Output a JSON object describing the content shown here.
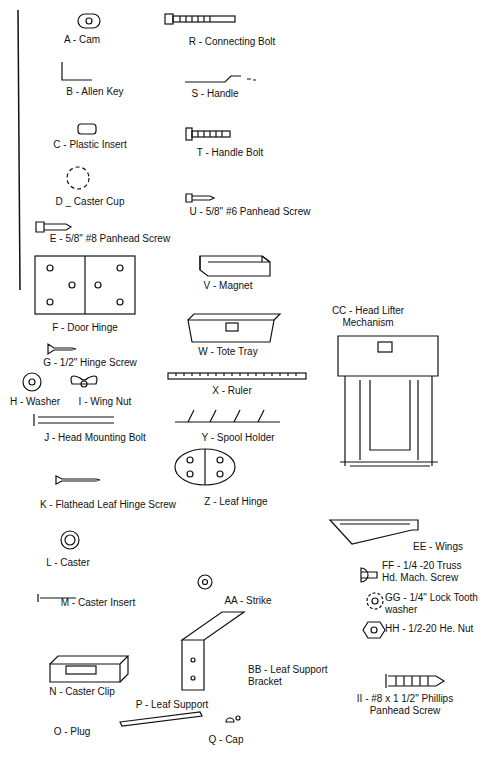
{
  "diagram": {
    "labels": [
      "A - Cam",
      "R - Connecting Bolt",
      "B - Allen Key",
      "S - Handle",
      "C - Plastic Insert",
      "T - Handle Bolt",
      "D _ Caster Cup",
      "U - 5/8\" #6 Panhead Screw",
      "E - 5/8\" #8 Panhead Screw",
      "CC - Head Lifter Mechanism",
      "V - Magnet",
      "F - Door Hinge",
      "W - Tote Tray",
      "G - 1/2\" Hinge Screw",
      "H - Washer",
      "I - Wing Nut",
      "X - Ruler",
      "J - Head Mounting Bolt",
      "Y - Spool Holder",
      "K - Flathead Leaf Hinge Screw",
      "Z - Leaf Hinge",
      "EE - Wings",
      "L - Caster",
      "FF - 1/4 -20 Truss Hd. Mach. Screw",
      "GG - 1/4\" Lock Tooth washer",
      "HH - 1/2-20 He. Nut",
      "M - Caster Insert",
      "AA - Strike",
      "N - Caster Clip",
      "BB - Leaf Support Bracket",
      "P - Leaf Support",
      "II - #8 x 1 1/2\" Phillips Panhead Screw",
      "O - Plug",
      "Q - Cap"
    ]
  }
}
